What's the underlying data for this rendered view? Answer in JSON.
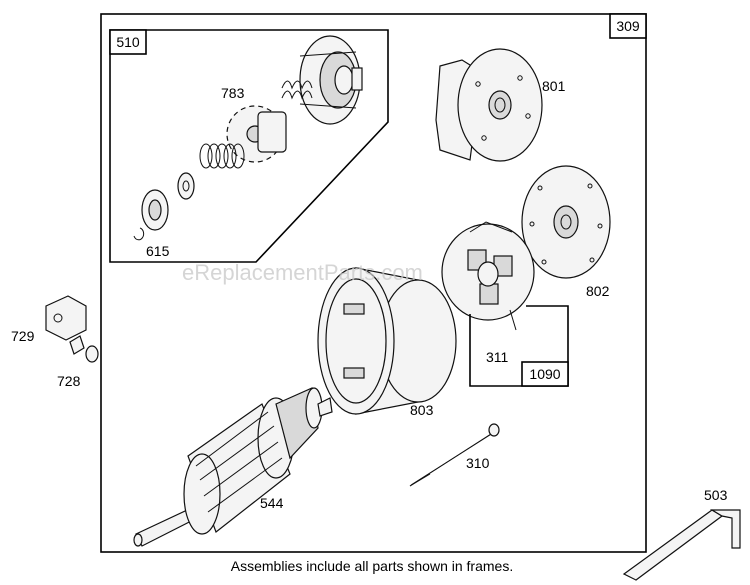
{
  "frames": {
    "main": "309",
    "drive": "510",
    "brush": "1090"
  },
  "parts": {
    "p783": "783",
    "p615": "615",
    "p801": "801",
    "p802": "802",
    "p311": "311",
    "p803": "803",
    "p310": "310",
    "p544": "544",
    "p729": "729",
    "p728": "728",
    "p503": "503"
  },
  "footer_note": "Assemblies include all parts shown in frames.",
  "watermark": "eReplacementParts.com"
}
